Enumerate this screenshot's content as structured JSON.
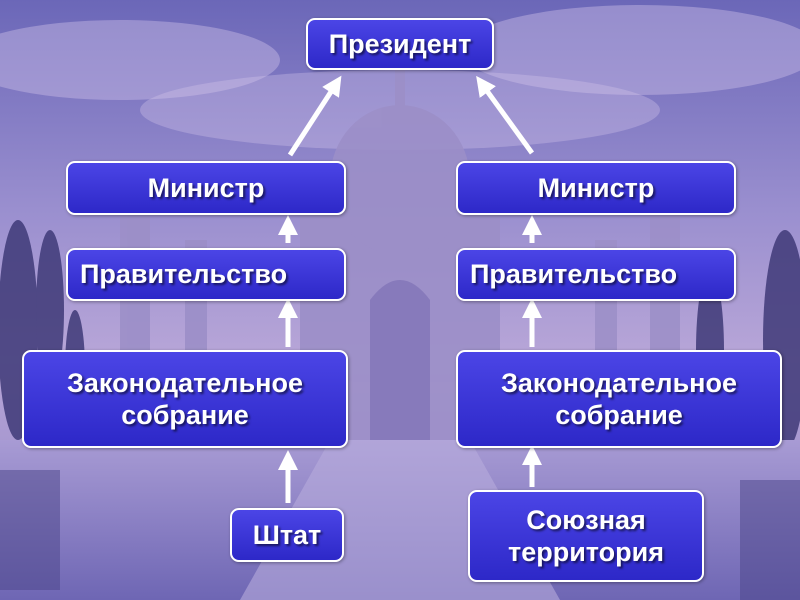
{
  "nodes": {
    "president": "Президент",
    "minister_left": "Министр",
    "minister_right": "Министр",
    "government_left": "Правительство",
    "government_right": "Правительство",
    "assembly_left": "Законодательное\nсобрание",
    "assembly_right": "Законодательное\nсобрание",
    "state": "Штат",
    "union_territory": "Союзная\nтерритория"
  },
  "colors": {
    "box_fill": "#3a34dc",
    "box_border": "#ffffff",
    "arrow": "#ffffff",
    "text": "#ffffff"
  }
}
